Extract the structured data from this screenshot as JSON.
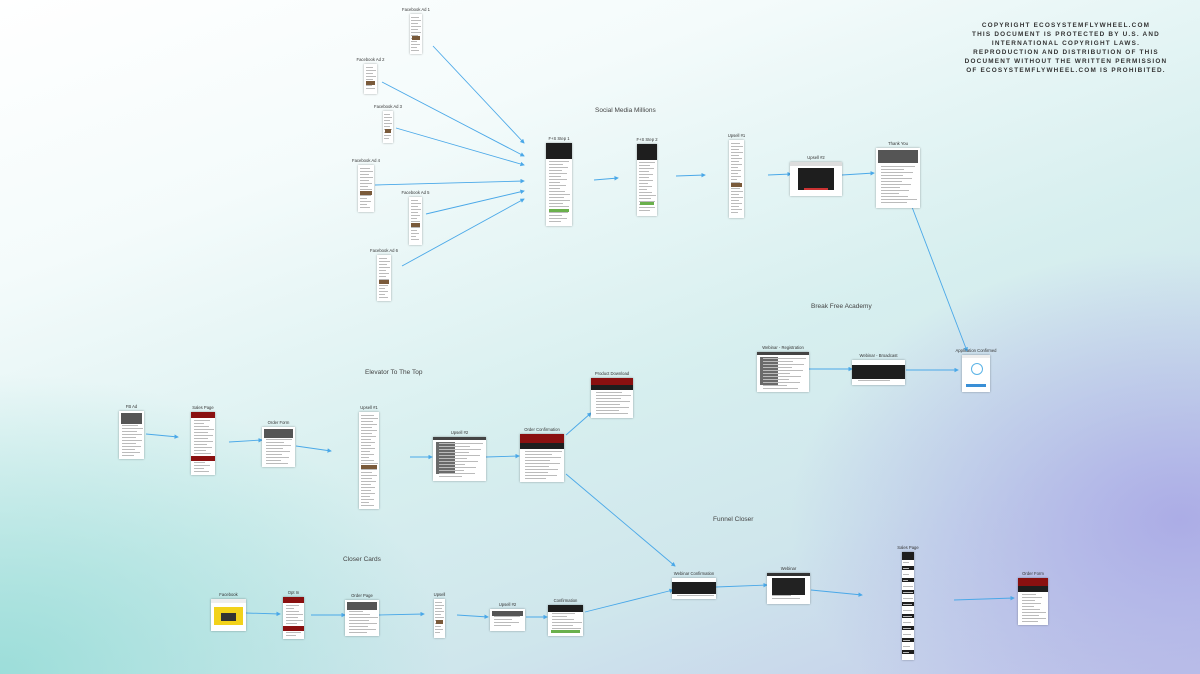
{
  "copyright": {
    "lines": [
      "COPYRIGHT ECOSYSTEMFLYWHEEL.COM",
      "THIS DOCUMENT IS PROTECTED BY U.S. AND",
      "INTERNATIONAL COPYRIGHT LAWS.",
      "REPRODUCTION AND DISTRIBUTION OF THIS",
      "DOCUMENT WITHOUT THE WRITTEN PERMISSION",
      "OF ECOSYSTEMFLYWHEEL.COM IS PROHIBITED."
    ]
  },
  "sections": [
    {
      "id": "social-media-millions",
      "title": "Social Media Millions"
    },
    {
      "id": "break-free-academy",
      "title": "Break Free Academy"
    },
    {
      "id": "elevator-to-the-top",
      "title": "Elevator To The Top"
    },
    {
      "id": "funnel-closer",
      "title": "Funnel Closer"
    },
    {
      "id": "closer-cards",
      "title": "Closer Cards"
    }
  ],
  "nodes": [
    {
      "id": "fb-ad-1",
      "label": "Facebook Ad 1",
      "style": "long"
    },
    {
      "id": "fb-ad-2",
      "label": "Facebook Ad 2",
      "style": "long"
    },
    {
      "id": "fb-ad-3",
      "label": "Facebook Ad 3",
      "style": "long"
    },
    {
      "id": "fb-ad-4",
      "label": "Facebook Ad 4",
      "style": "long"
    },
    {
      "id": "fb-ad-5",
      "label": "Facebook Ad 5",
      "style": "long"
    },
    {
      "id": "fb-ad-6",
      "label": "Facebook Ad 6",
      "style": "long"
    },
    {
      "id": "smm-step-1",
      "label": "F+S Step 1",
      "style": "darkhead"
    },
    {
      "id": "smm-step-2",
      "label": "F+S Step 2",
      "style": "darkhead"
    },
    {
      "id": "smm-upsell-1",
      "label": "Upsell #1",
      "style": "long"
    },
    {
      "id": "smm-upsell-2",
      "label": "Upsell #2",
      "style": "darkcenter"
    },
    {
      "id": "smm-thank-you",
      "label": "Thank You",
      "style": "plain"
    },
    {
      "id": "bfa-webinar-registration",
      "label": "Webinar - Registration",
      "style": "person"
    },
    {
      "id": "bfa-webinar-broadcast",
      "label": "Webinar - Broadcast",
      "style": "darkband"
    },
    {
      "id": "bfa-application-confirmed",
      "label": "Application Confirmed",
      "style": "check"
    },
    {
      "id": "ett-fb-ad",
      "label": "FB Ad",
      "style": "plain"
    },
    {
      "id": "ett-sales-page",
      "label": "Sales Page",
      "style": "redlong"
    },
    {
      "id": "ett-order-form",
      "label": "Order Form",
      "style": "plain"
    },
    {
      "id": "ett-upsell-1",
      "label": "Upsell #1",
      "style": "long"
    },
    {
      "id": "ett-upsell-2",
      "label": "Upsell #2",
      "style": "person"
    },
    {
      "id": "ett-order-confirmation",
      "label": "Order Confirmation",
      "style": "redhead"
    },
    {
      "id": "ett-product-download",
      "label": "Product Download",
      "style": "redhead"
    },
    {
      "id": "fc-webinar-confirmation",
      "label": "Webinar Confirmation",
      "style": "darkband"
    },
    {
      "id": "fc-webinar",
      "label": "Webinar",
      "style": "video"
    },
    {
      "id": "fc-sales-page",
      "label": "Sales Page",
      "style": "darklong"
    },
    {
      "id": "fc-order-form",
      "label": "Order Form",
      "style": "redhead"
    },
    {
      "id": "cc-facebook",
      "label": "Facebook",
      "style": "yellow"
    },
    {
      "id": "cc-opt-in",
      "label": "Opt In",
      "style": "redlong"
    },
    {
      "id": "cc-order-page",
      "label": "Order Page",
      "style": "plain"
    },
    {
      "id": "cc-upsell",
      "label": "Upsell",
      "style": "long"
    },
    {
      "id": "cc-upsell-2",
      "label": "Upsell #2",
      "style": "plain"
    },
    {
      "id": "cc-confirmation",
      "label": "Confirmation",
      "style": "darkhead"
    }
  ],
  "edges": [
    [
      "fb-ad-1",
      "smm-step-1"
    ],
    [
      "fb-ad-2",
      "smm-step-1"
    ],
    [
      "fb-ad-3",
      "smm-step-1"
    ],
    [
      "fb-ad-4",
      "smm-step-1"
    ],
    [
      "fb-ad-5",
      "smm-step-1"
    ],
    [
      "fb-ad-6",
      "smm-step-1"
    ],
    [
      "smm-step-1",
      "smm-step-2"
    ],
    [
      "smm-step-2",
      "smm-upsell-1"
    ],
    [
      "smm-upsell-1",
      "smm-upsell-2"
    ],
    [
      "smm-upsell-2",
      "smm-thank-you"
    ],
    [
      "smm-thank-you",
      "bfa-application-confirmed"
    ],
    [
      "bfa-webinar-registration",
      "bfa-webinar-broadcast"
    ],
    [
      "bfa-webinar-broadcast",
      "bfa-application-confirmed"
    ],
    [
      "ett-fb-ad",
      "ett-sales-page"
    ],
    [
      "ett-sales-page",
      "ett-order-form"
    ],
    [
      "ett-order-form",
      "ett-upsell-1"
    ],
    [
      "ett-upsell-1",
      "ett-upsell-2"
    ],
    [
      "ett-upsell-2",
      "ett-order-confirmation"
    ],
    [
      "ett-order-confirmation",
      "ett-product-download"
    ],
    [
      "ett-order-confirmation",
      "fc-webinar-confirmation"
    ],
    [
      "cc-facebook",
      "cc-opt-in"
    ],
    [
      "cc-opt-in",
      "cc-order-page"
    ],
    [
      "cc-order-page",
      "cc-upsell"
    ],
    [
      "cc-upsell",
      "cc-upsell-2"
    ],
    [
      "cc-upsell-2",
      "cc-confirmation"
    ],
    [
      "cc-confirmation",
      "fc-webinar-confirmation"
    ],
    [
      "fc-webinar-confirmation",
      "fc-webinar"
    ],
    [
      "fc-webinar",
      "fc-sales-page"
    ],
    [
      "fc-sales-page",
      "fc-order-form"
    ]
  ],
  "colors": {
    "arrow": "#4aa8e8",
    "dark": "#1e1e1e",
    "red": "#8a1010",
    "yellow": "#f2d21a"
  }
}
